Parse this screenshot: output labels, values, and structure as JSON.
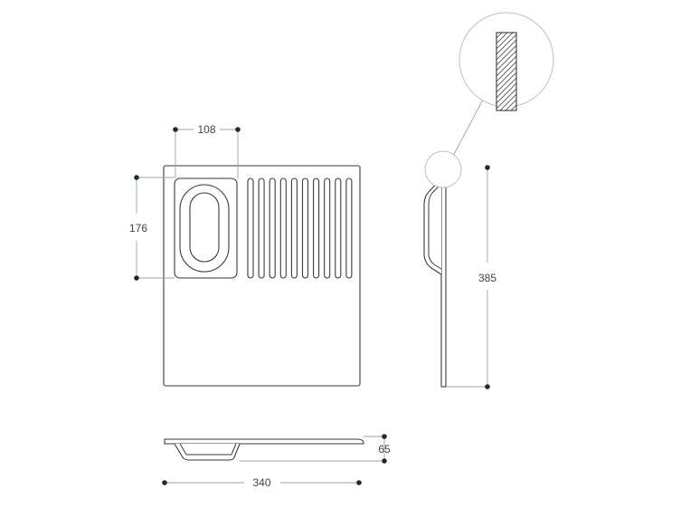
{
  "dimensions": {
    "compartment_width": "108",
    "compartment_height": "176",
    "total_height": "385",
    "depth": "65",
    "total_width": "340"
  },
  "colors": {
    "outline": "#3a3a3a",
    "dimension_line": "#9aa5a8",
    "dimension_dot": "#1f2a33",
    "text": "#444444"
  }
}
